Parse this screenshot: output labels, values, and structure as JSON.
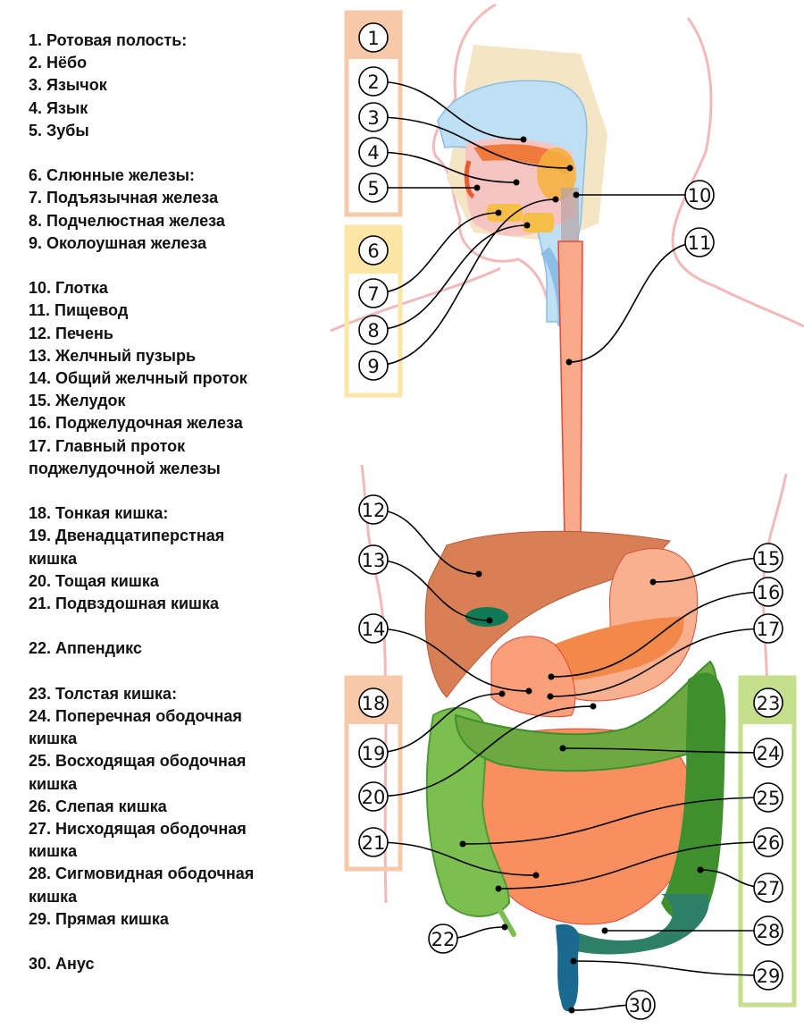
{
  "legend": {
    "items": [
      {
        "num": 1,
        "text": "1. Ротовая полость:",
        "gap": false
      },
      {
        "num": 2,
        "text": "2. Нёбо",
        "gap": false
      },
      {
        "num": 3,
        "text": "3. Язычок",
        "gap": false
      },
      {
        "num": 4,
        "text": "4. Язык",
        "gap": false
      },
      {
        "num": 5,
        "text": "5. Зубы",
        "gap": false
      },
      {
        "num": 6,
        "text": "6. Слюнные железы:",
        "gap": true
      },
      {
        "num": 7,
        "text": "7. Подъязычная железа",
        "gap": false
      },
      {
        "num": 8,
        "text": "8. Подчелюстная железа",
        "gap": false
      },
      {
        "num": 9,
        "text": "9. Околоушная железа",
        "gap": false
      },
      {
        "num": 10,
        "text": "10. Глотка",
        "gap": true
      },
      {
        "num": 11,
        "text": "11. Пищевод",
        "gap": false
      },
      {
        "num": 12,
        "text": "12. Печень",
        "gap": false
      },
      {
        "num": 13,
        "text": "13. Желчный пузырь",
        "gap": false
      },
      {
        "num": 14,
        "text": "14. Общий желчный проток",
        "gap": false
      },
      {
        "num": 15,
        "text": "15. Желудок",
        "gap": false
      },
      {
        "num": 16,
        "text": "16. Поджелудочная железа",
        "gap": false
      },
      {
        "num": 17,
        "text": "17. Главный проток\nподжелудочной железы",
        "gap": false
      },
      {
        "num": 18,
        "text": "18. Тонкая кишка:",
        "gap": true
      },
      {
        "num": 19,
        "text": "19. Двенадцатиперстная\nкишка",
        "gap": false
      },
      {
        "num": 20,
        "text": "20. Тощая кишка",
        "gap": false
      },
      {
        "num": 21,
        "text": "21. Подвздошная кишка",
        "gap": false
      },
      {
        "num": 22,
        "text": "22. Аппендикс",
        "gap": true
      },
      {
        "num": 23,
        "text": "23. Толстая кишка:",
        "gap": true
      },
      {
        "num": 24,
        "text": "24. Поперечная ободочная\nкишка",
        "gap": false
      },
      {
        "num": 25,
        "text": "25. Восходящая ободочная\nкишка",
        "gap": false
      },
      {
        "num": 26,
        "text": "26. Слепая кишка",
        "gap": false
      },
      {
        "num": 27,
        "text": "27. Нисходящая ободочная\nкишка",
        "gap": false
      },
      {
        "num": 28,
        "text": "28. Сигмовидная ободочная\nкишка",
        "gap": false
      },
      {
        "num": 29,
        "text": "29. Прямая кишка",
        "gap": false
      },
      {
        "num": 30,
        "text": "30. Анус",
        "gap": true
      }
    ]
  },
  "callouts": [
    "1",
    "2",
    "3",
    "4",
    "5",
    "6",
    "7",
    "8",
    "9",
    "10",
    "11",
    "12",
    "13",
    "14",
    "15",
    "16",
    "17",
    "18",
    "19",
    "20",
    "21",
    "22",
    "23",
    "24",
    "25",
    "26",
    "27",
    "28",
    "29",
    "30"
  ],
  "colors": {
    "mouth_group": "#f8c9a8",
    "salivary_group": "#fbe6a6",
    "small_intestine_group": "#f8c9a8",
    "large_intestine_group": "#c6df8c",
    "body_outline": "#efb5b5",
    "nasal": "#bfe0f4",
    "esophagus": "#f8a98a",
    "liver": "#d97f55",
    "gallbladder": "#0f7a55",
    "stomach": "#f9b08e",
    "pancreas": "#f2894a",
    "small_intestine": "#f98f5f",
    "colon_light": "#7cbf50",
    "colon_dark": "#3e8f2e",
    "sigmoid": "#2e7f68",
    "rectum": "#1a6a8f",
    "salivary_gland": "#f6c048"
  }
}
